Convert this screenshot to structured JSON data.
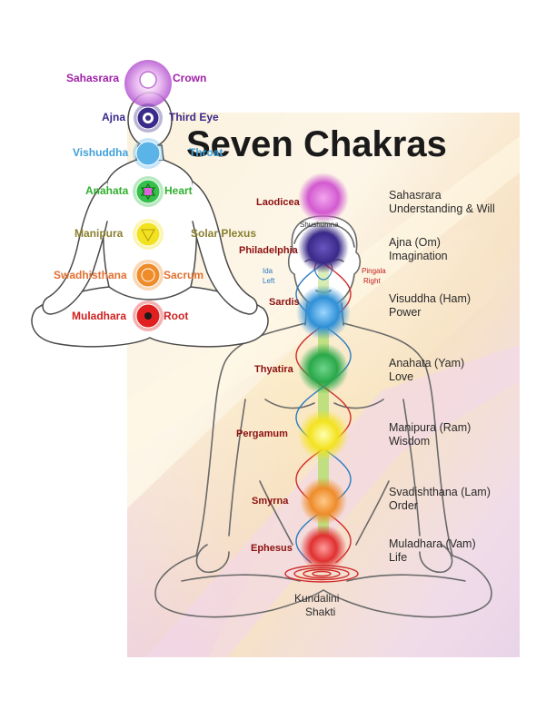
{
  "title": "Seven Chakras",
  "colors": {
    "violet": "#c040c8",
    "indigo": "#3b2a8a",
    "blue": "#2f8fd6",
    "green": "#2aa84a",
    "yellow": "#f2e020",
    "orange": "#ee8c2a",
    "red": "#e03030",
    "church_text": "#8b1010"
  },
  "small_figure": {
    "left_labels": [
      {
        "text": "Sahasrara",
        "color": "#a020a8"
      },
      {
        "text": "Ajna",
        "color": "#3a2a8a"
      },
      {
        "text": "Vishuddha",
        "color": "#40a0d8"
      },
      {
        "text": "Anahata",
        "color": "#30b030"
      },
      {
        "text": "Manipura",
        "color": "#8a8030"
      },
      {
        "text": "Swadhisthana",
        "color": "#e07030"
      },
      {
        "text": "Muladhara",
        "color": "#d02020"
      }
    ],
    "right_labels": [
      {
        "text": "Crown",
        "color": "#a020a8"
      },
      {
        "text": "Third Eye",
        "color": "#3a2a8a"
      },
      {
        "text": "Throat",
        "color": "#40a0d8"
      },
      {
        "text": "Heart",
        "color": "#30b030"
      },
      {
        "text": "Solar Plexus",
        "color": "#8a8030"
      },
      {
        "text": "Sacrum",
        "color": "#e07030"
      },
      {
        "text": "Root",
        "color": "#d02020"
      }
    ]
  },
  "main_figure": {
    "churches": [
      "Laodicea",
      "Philadelphia",
      "Sardis",
      "Thyatira",
      "Pergamum",
      "Smyrna",
      "Ephesus"
    ],
    "chakras": [
      {
        "name": "Sahasrara",
        "meaning": "Understanding & Will"
      },
      {
        "name": "Ajna (Om)",
        "meaning": "Imagination"
      },
      {
        "name": "Visuddha (Ham)",
        "meaning": "Power"
      },
      {
        "name": "Anahata (Yam)",
        "meaning": "Love"
      },
      {
        "name": "Manipura (Ram)",
        "meaning": "Wisdom"
      },
      {
        "name": "Svadishthana (Lam)",
        "meaning": "Order"
      },
      {
        "name": "Muladhara (Vam)",
        "meaning": "Life"
      }
    ],
    "shushumna": "Shushumna",
    "ida": "Ida",
    "ida_side": "Left",
    "pingala": "Pingala",
    "pingala_side": "Right",
    "kundalini": "Kundalini",
    "shakti": "Shakti"
  }
}
